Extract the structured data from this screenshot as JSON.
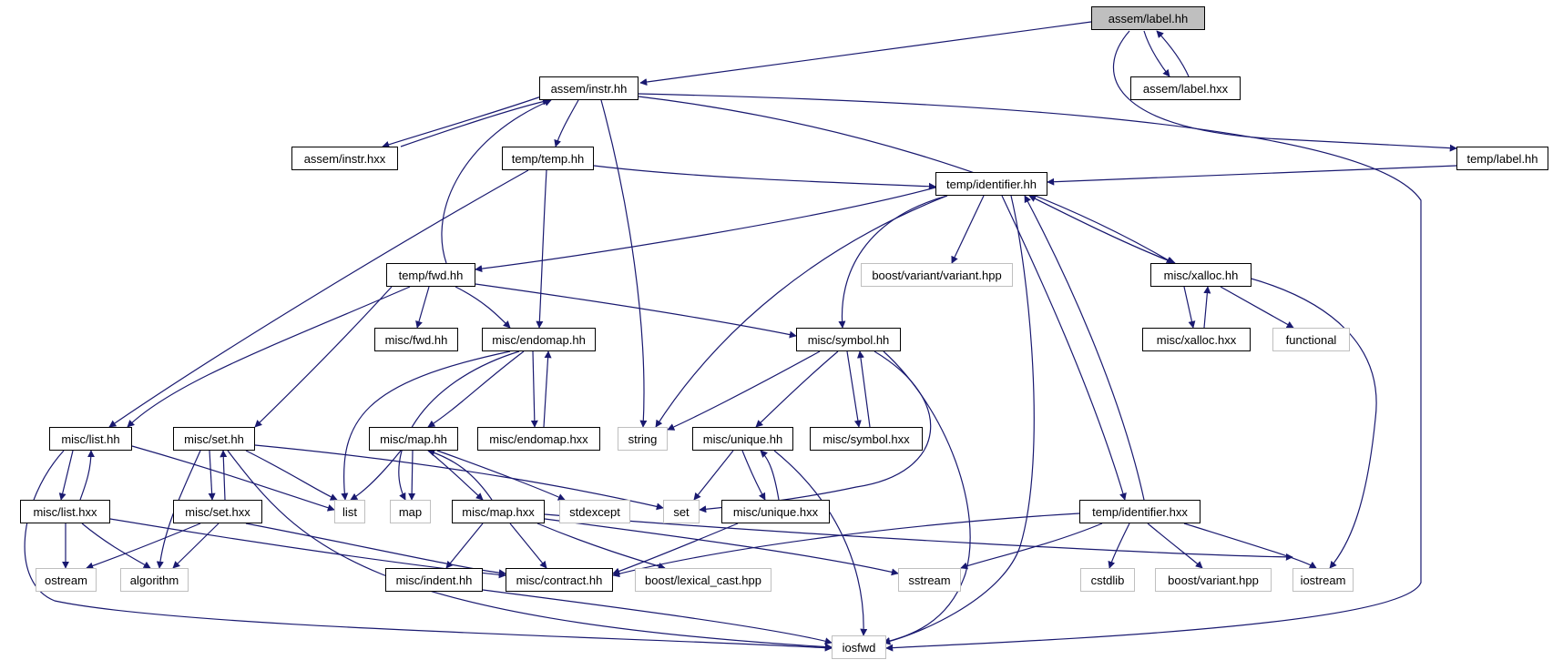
{
  "colors": {
    "edge": "#191970",
    "box_border": "#000000",
    "external_border": "#bfbfbf",
    "root_fill": "#bfbfbf"
  },
  "nodes": {
    "assem_label_hh": "assem/label.hh",
    "assem_label_hxx": "assem/label.hxx",
    "assem_instr_hh": "assem/instr.hh",
    "assem_instr_hxx": "assem/instr.hxx",
    "temp_temp_hh": "temp/temp.hh",
    "temp_label_hh": "temp/label.hh",
    "temp_identifier_hh": "temp/identifier.hh",
    "temp_fwd_hh": "temp/fwd.hh",
    "boost_variant_variant_hpp": "boost/variant/variant.hpp",
    "misc_xalloc_hh": "misc/xalloc.hh",
    "misc_fwd_hh": "misc/fwd.hh",
    "misc_endomap_hh": "misc/endomap.hh",
    "misc_symbol_hh": "misc/symbol.hh",
    "misc_xalloc_hxx": "misc/xalloc.hxx",
    "functional": "functional",
    "misc_list_hh": "misc/list.hh",
    "misc_set_hh": "misc/set.hh",
    "misc_map_hh": "misc/map.hh",
    "misc_endomap_hxx": "misc/endomap.hxx",
    "string": "string",
    "misc_unique_hh": "misc/unique.hh",
    "misc_symbol_hxx": "misc/symbol.hxx",
    "list": "list",
    "map": "map",
    "stdexcept": "stdexcept",
    "set": "set",
    "misc_list_hxx": "misc/list.hxx",
    "misc_set_hxx": "misc/set.hxx",
    "misc_map_hxx": "misc/map.hxx",
    "misc_unique_hxx": "misc/unique.hxx",
    "temp_identifier_hxx": "temp/identifier.hxx",
    "ostream": "ostream",
    "algorithm": "algorithm",
    "misc_contract_hh": "misc/contract.hh",
    "boost_lexical_cast_hpp": "boost/lexical_cast.hpp",
    "sstream": "sstream",
    "cstdlib": "cstdlib",
    "boost_variant_hpp": "boost/variant.hpp",
    "iostream": "iostream",
    "misc_indent_hh": "misc/indent.hh",
    "iosfwd": "iosfwd"
  }
}
